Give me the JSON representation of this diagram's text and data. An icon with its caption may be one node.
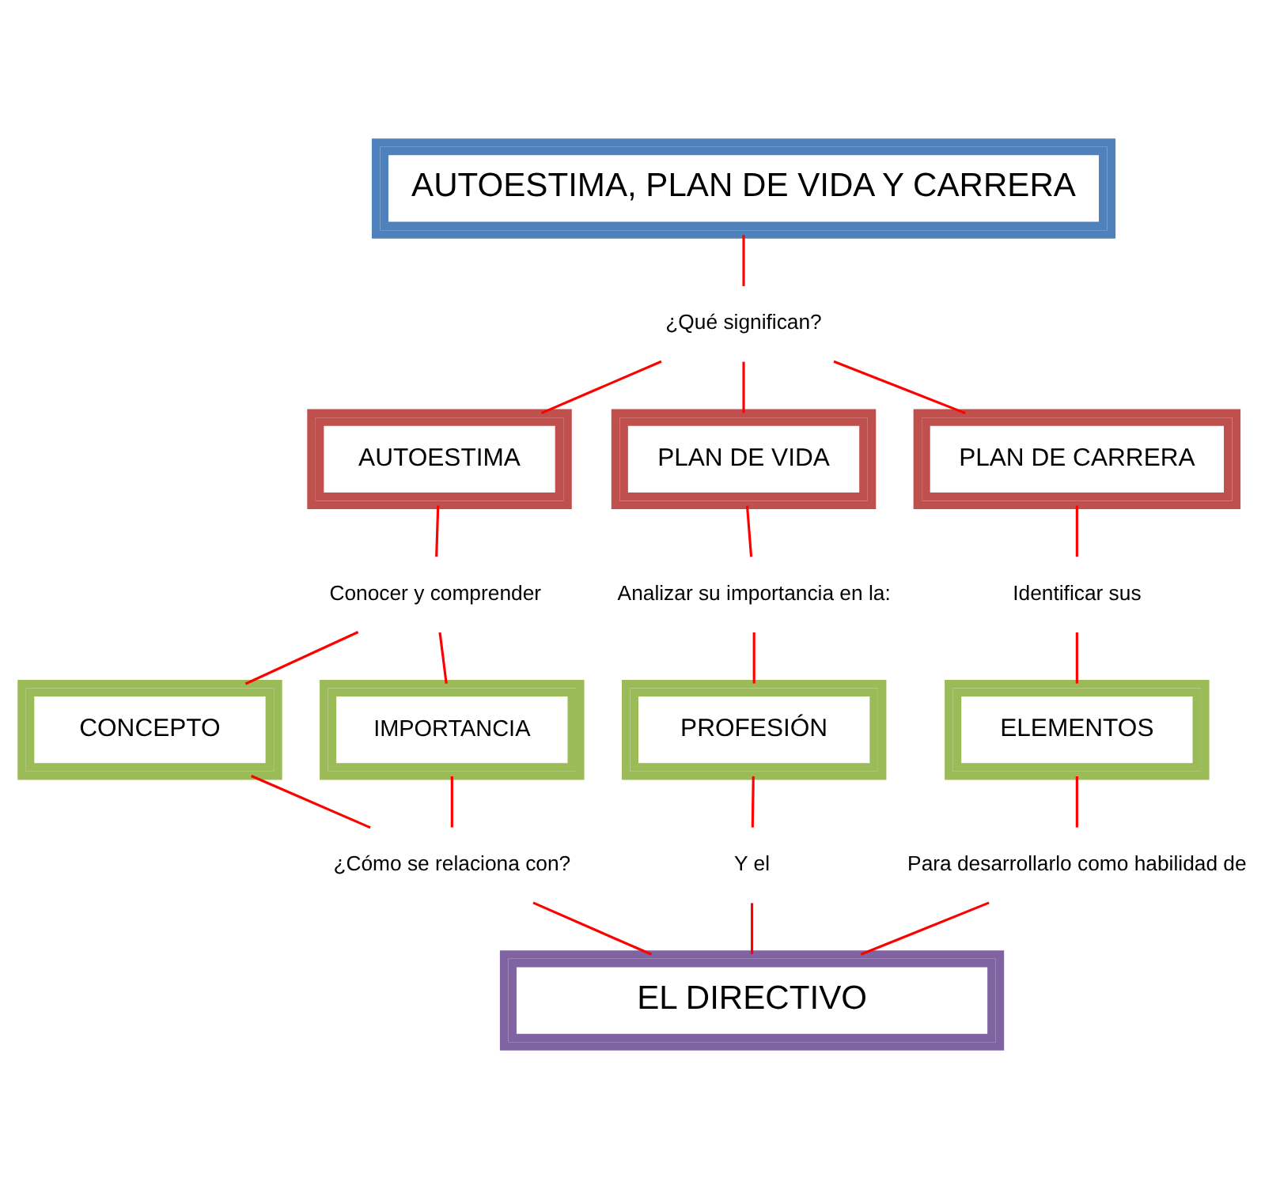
{
  "diagram": {
    "nodes": [
      {
        "text": [
          "AUTOESTIMA, PLAN DE VIDA Y CARRERA"
        ]
      },
      {
        "text": [
          "¿Qué significan?"
        ]
      },
      {
        "text": [
          "AUTOESTIMA"
        ]
      },
      {
        "text": [
          "PLAN DE VIDA"
        ]
      },
      {
        "text": [
          "PLAN DE CARRERA"
        ]
      },
      {
        "text": [
          "Conocer y comprender"
        ]
      },
      {
        "text": [
          "Analizar su importancia en la:"
        ]
      },
      {
        "text": [
          "Identificar sus"
        ]
      },
      {
        "text": [
          "CONCEPTO"
        ]
      },
      {
        "text": [
          "IMPORTANCIA"
        ]
      },
      {
        "text": [
          "ELEMENTOS"
        ]
      },
      {
        "text": [
          "PROFESIÓN"
        ]
      },
      {
        "text": [
          "¿Cómo se relaciona con?"
        ]
      },
      {
        "text": [
          "Para desarrollarlo como habilidad de"
        ]
      },
      {
        "text": [
          "Y el"
        ]
      },
      {
        "text": [
          "EL DIRECTIVO"
        ]
      }
    ],
    "edges": [
      {
        "from": 0,
        "to": 1,
        "arrow": "none"
      },
      {
        "from": 1,
        "to": 2,
        "arrow": "none"
      },
      {
        "from": 1,
        "to": 3,
        "arrow": "none"
      },
      {
        "from": 1,
        "to": 4,
        "arrow": "none"
      },
      {
        "from": 2,
        "to": 5,
        "arrow": "none"
      },
      {
        "from": 3,
        "to": 6,
        "arrow": "none"
      },
      {
        "from": 4,
        "to": 7,
        "arrow": "none"
      },
      {
        "from": 5,
        "to": 8,
        "arrow": "none"
      },
      {
        "from": 5,
        "to": 9,
        "arrow": "none"
      },
      {
        "from": 6,
        "to": 11,
        "arrow": "none"
      },
      {
        "from": 7,
        "to": 10,
        "arrow": "none"
      },
      {
        "from": 8,
        "to": 12,
        "arrow": "none"
      },
      {
        "from": 9,
        "to": 12,
        "arrow": "none"
      },
      {
        "from": 10,
        "to": 13,
        "arrow": "none"
      },
      {
        "from": 11,
        "to": 14,
        "arrow": "none"
      },
      {
        "from": 12,
        "to": 15,
        "arrow": "none"
      },
      {
        "from": 14,
        "to": 15,
        "arrow": "none"
      },
      {
        "from": 13,
        "to": 15,
        "arrow": "none"
      }
    ]
  }
}
